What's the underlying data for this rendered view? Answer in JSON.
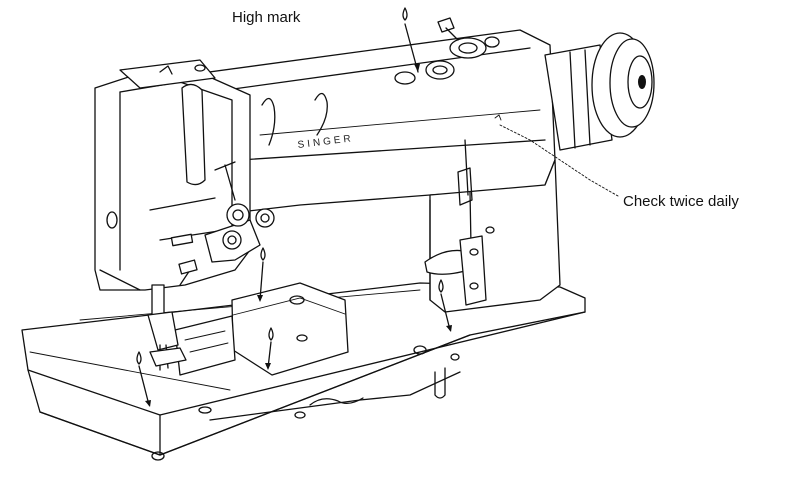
{
  "figure": {
    "brand_text": "SINGER",
    "callouts": {
      "high_mark": "High mark",
      "check_twice_daily": "Check twice daily"
    }
  }
}
